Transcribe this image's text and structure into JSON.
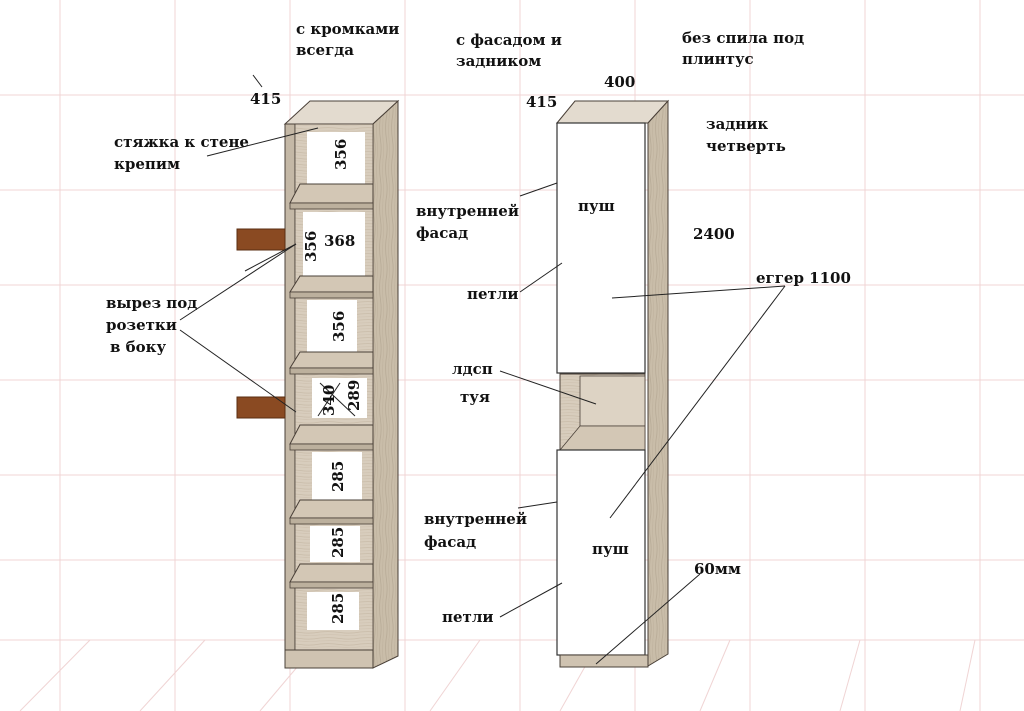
{
  "labels": {
    "edges_always": [
      "с кромками",
      "всегда"
    ],
    "with_facade_back": [
      "с фасадом и",
      "задником"
    ],
    "no_cut_plinth": [
      "без спила под",
      "плинтус"
    ],
    "tie_to_wall": [
      "стяжка к стене",
      "крепим"
    ],
    "back_quarter": [
      "задник",
      "четверть"
    ],
    "inner_facade_top": [
      "внутренней",
      "фасад"
    ],
    "push_top": "пуш",
    "hinges_top": "петли",
    "cutout_sockets": [
      "вырез под",
      "розетки",
      "в боку"
    ],
    "chipboard": "лдсп",
    "thuja": "туя",
    "inner_facade_bottom": [
      "внутренней",
      "фасад"
    ],
    "push_bottom": "пуш",
    "hinges_bottom": "петли",
    "egger": "еггер 1100"
  },
  "dimensions": {
    "left_depth": "415",
    "right_depth": "415",
    "right_width": "400",
    "height": "2400",
    "plinth": "60мм",
    "shelves": [
      "356",
      "368",
      "356",
      "356",
      "340",
      "289",
      "285",
      "285",
      "285"
    ]
  },
  "colors": {
    "wood_light": "#d8cdbd",
    "wood_mid": "#c4b8a6",
    "wood_dark": "#a69a88",
    "wood_inner": "#e3dbcf",
    "socket_brown": "#8a4a22",
    "grid": "#f0d4d4"
  }
}
